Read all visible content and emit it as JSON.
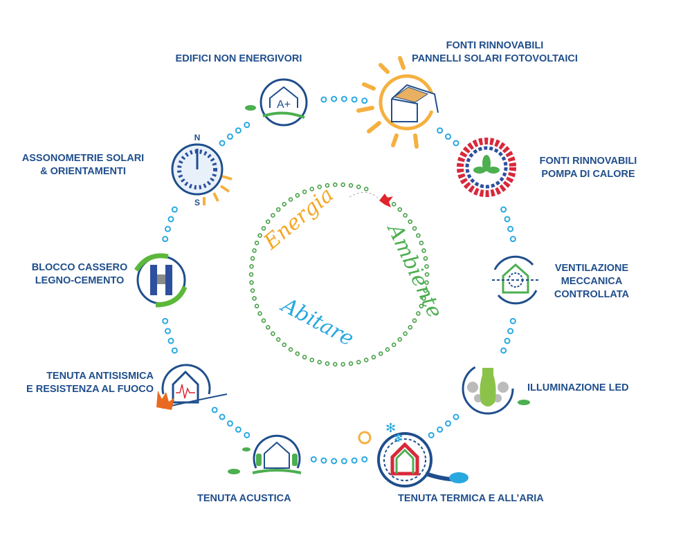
{
  "center": {
    "words": [
      "Energia",
      "Ambiente",
      "Abitare"
    ]
  },
  "items": [
    {
      "label": "EDIFICI NON ENERGIVORI",
      "icon_text": "A+"
    },
    {
      "label_lines": [
        "FONTI RINNOVABILI",
        "PANNELLI SOLARI FOTOVOLTAICI"
      ]
    },
    {
      "label_lines": [
        "FONTI RINNOVABILI",
        "POMPA DI CALORE"
      ]
    },
    {
      "label_lines": [
        "VENTILAZIONE",
        "MECCANICA",
        "CONTROLLATA"
      ]
    },
    {
      "label": "ILLUMINAZIONE LED"
    },
    {
      "label": "TENUTA TERMICA E ALL’ARIA"
    },
    {
      "label": "TENUTA ACUSTICA"
    },
    {
      "label_lines": [
        "TENUTA ANTISISMICA",
        "E RESISTENZA AL FUOCO"
      ]
    },
    {
      "label_lines": [
        "BLOCCO CASSERO",
        "LEGNO-CEMENTO"
      ]
    },
    {
      "label_lines": [
        "ASSONOMETRIE SOLARI",
        "& ORIENTAMENTI"
      ],
      "compass": [
        "N",
        "S"
      ]
    }
  ],
  "colors": {
    "text": "#1f4e8c",
    "ring_dots": "#29a8e0",
    "inner_dots": "#3a9a3a",
    "energia": "#f5a623",
    "ambiente": "#4caf50",
    "abitare": "#29a8e0",
    "house": "#1f4e8c",
    "green": "#4caf50"
  }
}
